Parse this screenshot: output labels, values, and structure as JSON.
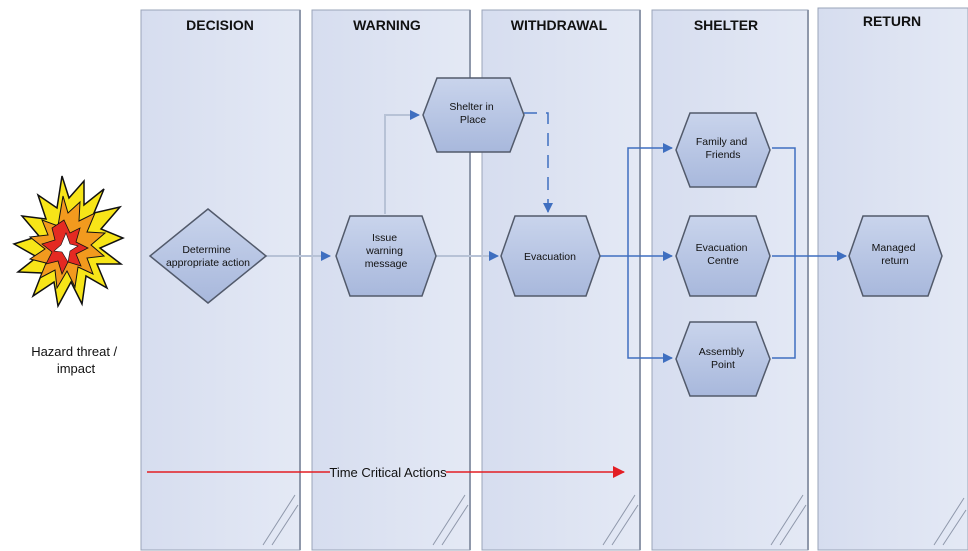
{
  "lanes": [
    {
      "id": "decision",
      "title": "DECISION"
    },
    {
      "id": "warning",
      "title": "WARNING"
    },
    {
      "id": "withdrawal",
      "title": "WITHDRAWAL"
    },
    {
      "id": "shelter",
      "title": "SHELTER"
    },
    {
      "id": "return",
      "title": "RETURN"
    }
  ],
  "hazard": {
    "icon": "explosion-icon",
    "label_lines": [
      "Hazard threat /",
      "impact"
    ]
  },
  "nodes": {
    "determine": {
      "lines": [
        "Determine",
        "appropriate action"
      ],
      "shape": "diamond"
    },
    "issue_warning": {
      "lines": [
        "Issue",
        "warning",
        "message"
      ],
      "shape": "hexagon"
    },
    "shelter_in_place": {
      "lines": [
        "Shelter in",
        "Place"
      ],
      "shape": "hexagon"
    },
    "evacuation": {
      "lines": [
        "Evacuation"
      ],
      "shape": "hexagon"
    },
    "family_friends": {
      "lines": [
        "Family and",
        "Friends"
      ],
      "shape": "hexagon"
    },
    "evacuation_centre": {
      "lines": [
        "Evacuation",
        "Centre"
      ],
      "shape": "hexagon"
    },
    "assembly_point": {
      "lines": [
        "Assembly",
        "Point"
      ],
      "shape": "hexagon"
    },
    "managed_return": {
      "lines": [
        "Managed",
        "return"
      ],
      "shape": "hexagon"
    }
  },
  "timeline": {
    "label": "Time Critical Actions",
    "color": "#e31e24"
  },
  "colors": {
    "lane_fill": "#dfe5f3",
    "lane_stroke": "#9aa4b8",
    "node_fill": "#b9c7e4",
    "node_stroke": "#525a6b",
    "arrow_blue": "#3f6fc0",
    "arrow_grey": "#b7c2d6"
  }
}
